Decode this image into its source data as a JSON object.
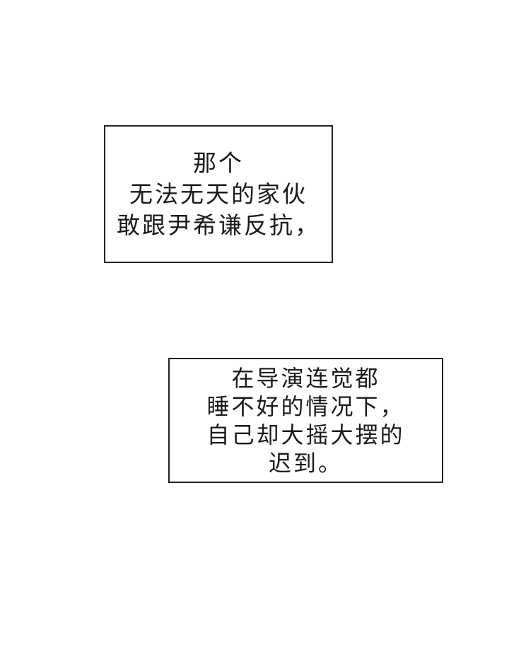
{
  "captions": [
    {
      "lines": [
        "那个",
        "无法无天的家伙",
        "敢跟尹希谦反抗，"
      ]
    },
    {
      "lines": [
        "在导演连觉都",
        "睡不好的情况下，",
        "自己却大摇大摆的",
        "迟到。"
      ]
    }
  ]
}
